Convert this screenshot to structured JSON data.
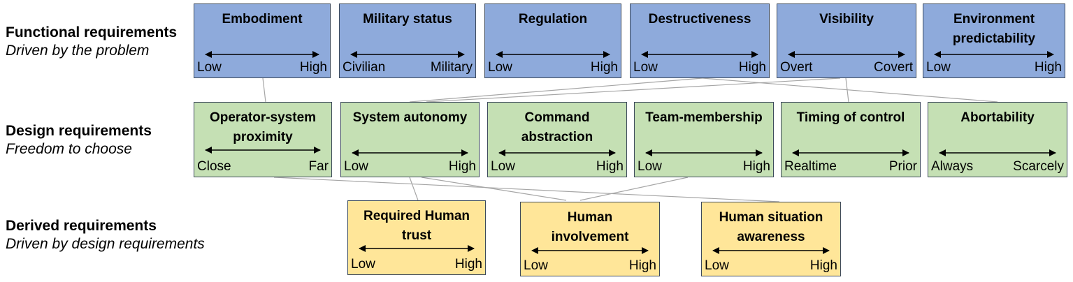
{
  "rows": [
    {
      "id": "functional",
      "title": "Functional requirements",
      "subtitle": "Driven by the problem"
    },
    {
      "id": "design",
      "title": "Design requirements",
      "subtitle": "Freedom to choose"
    },
    {
      "id": "derived",
      "title": "Derived requirements",
      "subtitle": "Driven by design requirements"
    }
  ],
  "functional": [
    {
      "title": "Embodiment",
      "low": "Low",
      "high": "High"
    },
    {
      "title": "Military status",
      "low": "Civilian",
      "high": "Military"
    },
    {
      "title": "Regulation",
      "low": "Low",
      "high": "High"
    },
    {
      "title": "Destructiveness",
      "low": "Low",
      "high": "High"
    },
    {
      "title": "Visibility",
      "low": "Overt",
      "high": "Covert"
    },
    {
      "title": "Environment predictability",
      "low": "Low",
      "high": "High"
    }
  ],
  "design": [
    {
      "title": "Operator-system proximity",
      "low": "Close",
      "high": "Far"
    },
    {
      "title": "System autonomy",
      "low": "Low",
      "high": "High"
    },
    {
      "title": "Command abstraction",
      "low": "Low",
      "high": "High"
    },
    {
      "title": "Team-membership",
      "low": "Low",
      "high": "High"
    },
    {
      "title": "Timing of control",
      "low": "Realtime",
      "high": "Prior"
    },
    {
      "title": "Abortability",
      "low": "Always",
      "high": "Scarcely"
    }
  ],
  "derived": [
    {
      "title": "Required Human trust",
      "low": "Low",
      "high": "High"
    },
    {
      "title": "Human involvement",
      "low": "Low",
      "high": "High"
    },
    {
      "title": "Human situation awareness",
      "low": "Low",
      "high": "High"
    }
  ],
  "colors": {
    "functional": "#8eaadb",
    "design": "#c5e0b4",
    "derived": "#ffe699",
    "border": "#3d4a5c",
    "connector": "#a6a6a6"
  }
}
